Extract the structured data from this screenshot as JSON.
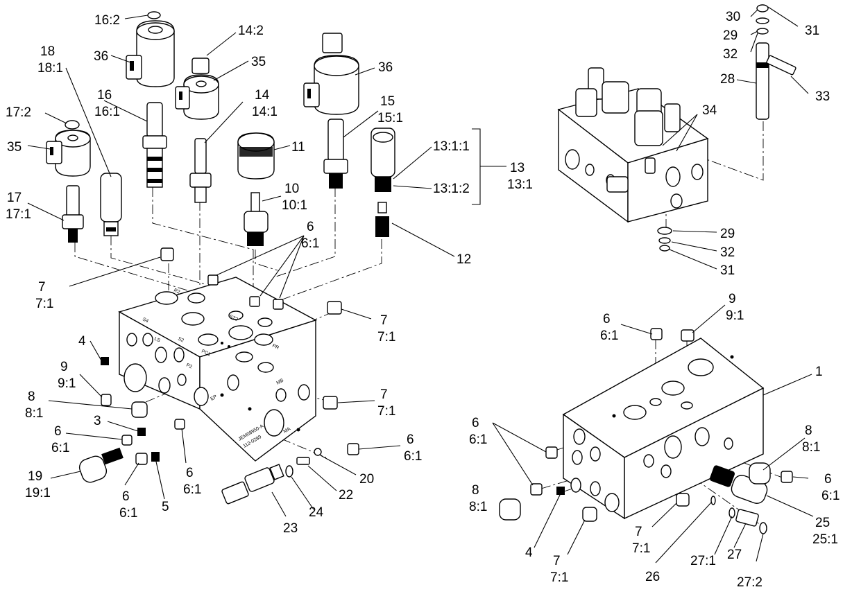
{
  "labels": {
    "l_16_2": "16:2",
    "l_14_2": "14:2",
    "l_36_a": "36",
    "l_35_a": "35",
    "l_18": "18",
    "l_18_1": "18:1",
    "l_16": "16",
    "l_16_1": "16:1",
    "l_14": "14",
    "l_14_1": "14:1",
    "l_17_2": "17:2",
    "l_35_b": "35",
    "l_17": "17",
    "l_17_1": "17:1",
    "l_36_b": "36",
    "l_15": "15",
    "l_15_1": "15:1",
    "l_11": "11",
    "l_13_1_1": "13:1:1",
    "l_13": "13",
    "l_13_1": "13:1",
    "l_13_1_2": "13:1:2",
    "l_10": "10",
    "l_10_1": "10:1",
    "l_6_a": "6",
    "l_6_1_a": "6:1",
    "l_12": "12",
    "l_7_a": "7",
    "l_7_1_a": "7:1",
    "l_7_b": "7",
    "l_7_1_b": "7:1",
    "l_4_a": "4",
    "l_9_a": "9",
    "l_9_1_a": "9:1",
    "l_8_a": "8",
    "l_8_1_a": "8:1",
    "l_7_c": "7",
    "l_7_1_c": "7:1",
    "l_3": "3",
    "l_6_b": "6",
    "l_6_1_b": "6:1",
    "l_6_c": "6",
    "l_6_1_c": "6:1",
    "l_19": "19",
    "l_19_1": "19:1",
    "l_6_d": "6",
    "l_6_1_d": "6:1",
    "l_6_e": "6",
    "l_6_1_e": "6:1",
    "l_5": "5",
    "l_20": "20",
    "l_22": "22",
    "l_24": "24",
    "l_23": "23",
    "l_30": "30",
    "l_31_a": "31",
    "l_29_a": "29",
    "l_32_a": "32",
    "l_28": "28",
    "l_33": "33",
    "l_34": "34",
    "l_29_b": "29",
    "l_32_b": "32",
    "l_31_b": "31",
    "l_6_f": "6",
    "l_6_1_f": "6:1",
    "l_9_b": "9",
    "l_9_1_b": "9:1",
    "l_1": "1",
    "l_6_g": "6",
    "l_6_1_g": "6:1",
    "l_8_b": "8",
    "l_8_1_b": "8:1",
    "l_8_c": "8",
    "l_8_1_c": "8:1",
    "l_6_h": "6",
    "l_6_1_h": "6:1",
    "l_25": "25",
    "l_25_1": "25:1",
    "l_7_d": "7",
    "l_7_1_d": "7:1",
    "l_4_b": "4",
    "l_7_e": "7",
    "l_7_1_e": "7:1",
    "l_26": "26",
    "l_27_1": "27:1",
    "l_27": "27",
    "l_27_2": "27:2"
  },
  "block_markings": {
    "main_block_id": "JEM08950-A",
    "main_block_num": "112-0289",
    "port_s4": "S4",
    "port_r2": "R2",
    "port_s2": "S2",
    "port_st2": "ST2",
    "port_pr": "PR",
    "port_pc1": "PC1",
    "port_ls": "LS",
    "port_mb": "MB",
    "port_ma": "MA",
    "port_p2": "P2",
    "port_ep": "EP"
  }
}
